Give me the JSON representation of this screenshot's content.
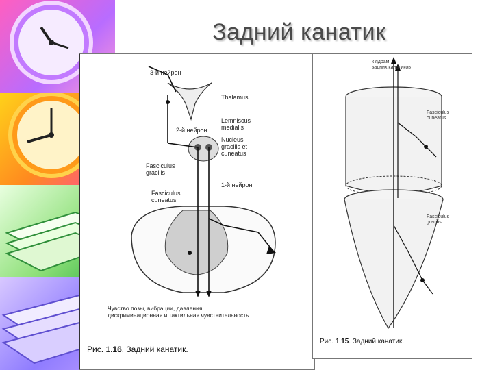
{
  "title": "Задний канатик",
  "figure1": {
    "labels": {
      "neuron3": "3-й нейрон",
      "thalamus": "Thalamus",
      "lemniscus": "Lemniscus\nmedialis",
      "neuron2": "2-й нейрон",
      "nucleus": "Nucleus\ngracilis et\ncuneatus",
      "fasc_gracilis": "Fasciculus\ngracilis",
      "neuron1": "1-й нейрон",
      "fasc_cuneatus": "Fasciculus\ncuneatus",
      "sensation": "Чувство позы, вибрации, давления,\nдискриминационная и тактильная чувствительность"
    },
    "caption_prefix": "Рис. 1.",
    "caption_num": "16",
    "caption_text": ". Задний канатик."
  },
  "figure2": {
    "labels": {
      "to_nuclei": "к ядрам\nзадних канатиков",
      "fasc_cuneatus": "Fasciculus\ncuneatus",
      "fasc_gracilis": "Fasciculus\ngracilis"
    },
    "caption_prefix": "Рис. 1.",
    "caption_num": "15",
    "caption_text": ". Задний канатик."
  },
  "colors": {
    "title": "#4a4a4a",
    "tile_purple": "#b86cff",
    "tile_orange": "#ff8a1f",
    "tile_green": "#8fe07a",
    "tile_violet": "#8f7cff"
  }
}
